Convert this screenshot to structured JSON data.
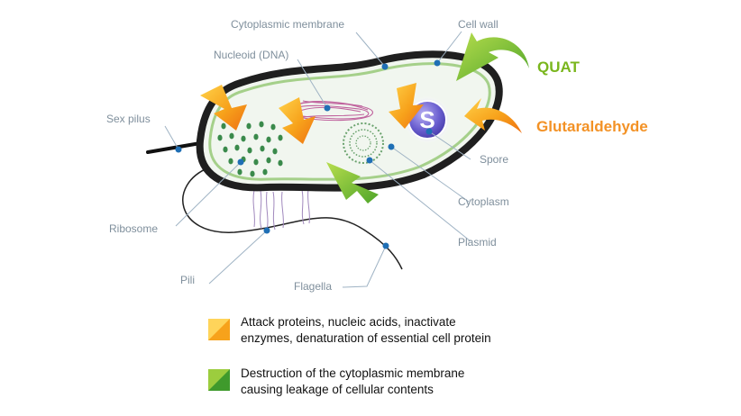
{
  "colors": {
    "quat_text": "#7ab61d",
    "glut_text": "#f39226",
    "leader": "#9fb3c4",
    "label_text": "#7f8f9c",
    "dot": "#1f6fb5",
    "cell_fill": "#f1f6ef",
    "cell_outline": "#222222",
    "spore": "#5f52c8"
  },
  "labels": {
    "cytoplasmic_membrane": "Cytoplasmic membrane",
    "cell_wall": "Cell wall",
    "nucleoid": "Nucleoid (DNA)",
    "sex_pilus": "Sex pilus",
    "ribosome": "Ribosome",
    "pili": "Pili",
    "flagella": "Flagella",
    "spore": "Spore",
    "cytoplasm": "Cytoplasm",
    "plasmid": "Plasmid"
  },
  "agents": {
    "quat": "QUAT",
    "glutaraldehyde": "Glutaraldehyde"
  },
  "spore_letter": "S",
  "legend": {
    "orange": {
      "line1": "Attack proteins, nucleic acids, inactivate",
      "line2": "enzymes, denaturation of essential cell protein"
    },
    "green": {
      "line1": "Destruction of the cytoplasmic membrane",
      "line2": "causing leakage of cellular contents"
    }
  }
}
